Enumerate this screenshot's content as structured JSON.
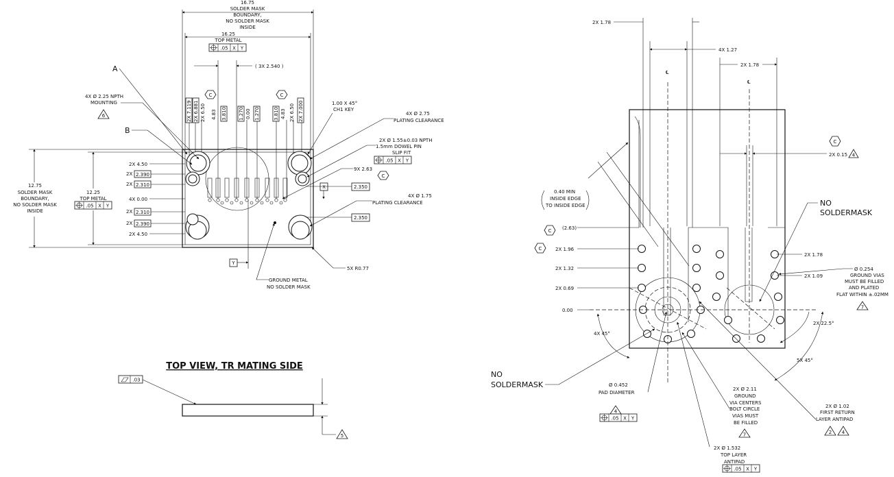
{
  "top_view": {
    "dim_16_75": {
      "value": "16.75",
      "line1": "SOLDER MASK",
      "line2": "BOUNDARY,",
      "line3": "NO SOLDER MASK",
      "line4": "INSIDE"
    },
    "dim_16_25": {
      "value": "16.25",
      "label": "TOP METAL",
      "fcf": ".05|X|Y"
    },
    "dim_3x2540": "( 3X 2.540 )",
    "label_A": "A",
    "label_B": "B",
    "mounting_note": {
      "line1": "4X Ø 2.25 NPTH",
      "line2": "MOUNTING",
      "flag": "6"
    },
    "datum_C": "C",
    "chamfer_note": {
      "line1": "1.00 X 45°",
      "line2": "CH1 KEY"
    },
    "plating_275": {
      "line1": "4X Ø 2.75",
      "line2": "PLATING CLEARANCE"
    },
    "dowel_note": {
      "line1": "2X Ø 1.55±0.03 NPTH",
      "line2": "1.5mm DOWEL PIN",
      "line3": "SLIP FIT",
      "fcf": ".05|X|Y"
    },
    "x_263": "9X 2.63",
    "plating_175": {
      "line1": "4X Ø 1.75",
      "line2": "PLATING CLEARANCE"
    },
    "basic_2350_a": "2.350",
    "basic_2350_b": "2.350",
    "datum_X": "X",
    "datum_Y": "Y",
    "pitch_labels": [
      "2X 7.119",
      "2X 6.881",
      "2X 6.50",
      "4.83",
      "3.810",
      "1.270",
      "0.00",
      "1.270",
      "3.810",
      "4.83",
      "2X 6.50",
      "2X 7.000"
    ],
    "left_labels": {
      "l1": "2X 4.50",
      "l2_pre": "2X",
      "l2": "2.390",
      "l3_pre": "2X",
      "l3": "2.310",
      "l4": "4X 0.00",
      "l5_pre": "2X",
      "l5": "2.310",
      "l6_pre": "2X",
      "l6": "2.390",
      "l7": "2X 4.50"
    },
    "dim_12_75": {
      "value": "12.75",
      "line1": "SOLDER MASK",
      "line2": "BOUNDARY,",
      "line3": "NO SOLDER MASK",
      "line4": "INSIDE"
    },
    "dim_12_25": {
      "value": "12.25",
      "label": "TOP METAL",
      "fcf": ".05|X|Y"
    },
    "ground_note": {
      "line1": "GROUND METAL",
      "line2": "NO SOLDER MASK"
    },
    "radius_note": "5X R0.77",
    "title": "TOP VIEW, TR MATING SIDE",
    "flatness": ".03",
    "flag5": "5"
  },
  "detail_view": {
    "d_178_top": "2X 1.78",
    "d_127": "4X 1.27",
    "d_178_right": "2X 1.78",
    "cl": "℄",
    "datum_C": "C",
    "d_015": "2X 0.15",
    "flag4": "4",
    "inside_edge": {
      "line1": "0.40 MIN",
      "line2": "INSIDE EDGE",
      "line3": "TO INSIDE EDGE"
    },
    "d_263": "(2.63)",
    "y_labels": [
      "2X 1.96",
      "2X 1.32",
      "2X 0.69",
      "0.00"
    ],
    "no_soldermask_right": {
      "line1": "NO",
      "line2": "SOLDERMASK"
    },
    "no_soldermask_left": {
      "line1": "NO",
      "line2": "SOLDERMASK"
    },
    "r_178": "2X 1.78",
    "r_109": "2X 1.09",
    "via_note": {
      "line1": "Ø 0.254",
      "line2": "GROUND VIAS",
      "line3": "MUST BE FILLED",
      "line4": "AND PLATED",
      "line5": "FLAT WITHIN ±.02MM",
      "flag": "7"
    },
    "ang_225": "2X 22.5°",
    "ang_45_left": "4X 45°",
    "ang_45_right": "5X 45°",
    "pad_note": {
      "line1": "Ø 0.452",
      "line2": "PAD DIAMETER",
      "flag": "4",
      "fcf": ".05|X|Y"
    },
    "bolt_note": {
      "line1": "2X Ø 2.11",
      "line2": "GROUND",
      "line3": "VIA CENTERS",
      "line4": "BOLT CIRCLE",
      "line5": "VIAS MUST",
      "line6": "BE FILLED",
      "flag": "7"
    },
    "antipad_note": {
      "line1": "2X Ø 1.02",
      "line2": "FIRST RETURN",
      "line3": "LAYER ANTIPAD",
      "flag_a": "2",
      "flag_b": "4"
    },
    "top_antipad": {
      "line1": "2X Ø 1.532",
      "line2": "TOP LAYER",
      "line3": "ANTIPAD",
      "fcf": ".05|X|Y"
    }
  }
}
